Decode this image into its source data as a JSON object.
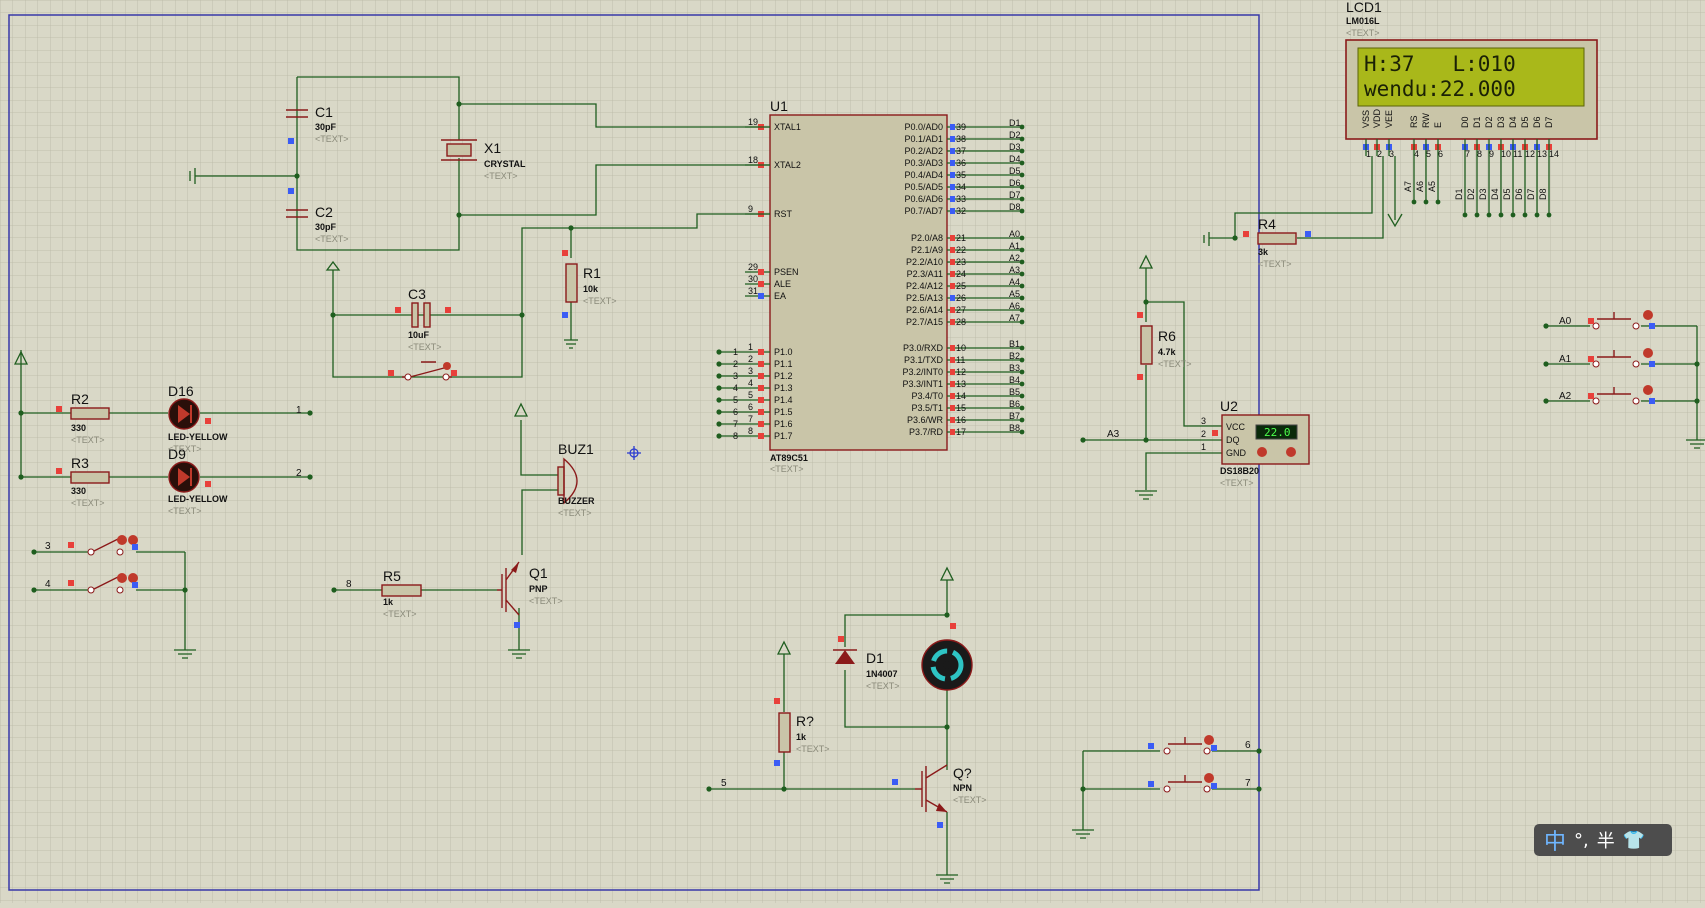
{
  "colors": {
    "background": "#d9d8c7",
    "grid": "#b8b8a6",
    "wire": "#1f5e1f",
    "component": "#8b1a1a",
    "lcd_screen": "#a8b81a",
    "sheet_border": "#3838a8"
  },
  "mcu": {
    "ref": "U1",
    "part": "AT89C51",
    "text": "<TEXT>",
    "left_pins": [
      {
        "num": "19",
        "name": "XTAL1"
      },
      {
        "num": "18",
        "name": "XTAL2"
      },
      {
        "num": "9",
        "name": "RST"
      },
      {
        "num": "29",
        "name": "PSEN"
      },
      {
        "num": "30",
        "name": "ALE"
      },
      {
        "num": "31",
        "name": "EA"
      },
      {
        "num": "1",
        "name": "P1.0"
      },
      {
        "num": "2",
        "name": "P1.1"
      },
      {
        "num": "3",
        "name": "P1.2"
      },
      {
        "num": "4",
        "name": "P1.3"
      },
      {
        "num": "5",
        "name": "P1.4"
      },
      {
        "num": "6",
        "name": "P1.5"
      },
      {
        "num": "7",
        "name": "P1.6"
      },
      {
        "num": "8",
        "name": "P1.7"
      }
    ],
    "p1_net_labels": [
      "1",
      "2",
      "3",
      "4",
      "5",
      "6",
      "7",
      "8"
    ],
    "right_pins": [
      {
        "num": "39",
        "name": "P0.0/AD0",
        "net": "D1"
      },
      {
        "num": "38",
        "name": "P0.1/AD1",
        "net": "D2"
      },
      {
        "num": "37",
        "name": "P0.2/AD2",
        "net": "D3"
      },
      {
        "num": "36",
        "name": "P0.3/AD3",
        "net": "D4"
      },
      {
        "num": "35",
        "name": "P0.4/AD4",
        "net": "D5"
      },
      {
        "num": "34",
        "name": "P0.5/AD5",
        "net": "D6"
      },
      {
        "num": "33",
        "name": "P0.6/AD6",
        "net": "D7"
      },
      {
        "num": "32",
        "name": "P0.7/AD7",
        "net": "D8"
      },
      {
        "num": "21",
        "name": "P2.0/A8",
        "net": "A0"
      },
      {
        "num": "22",
        "name": "P2.1/A9",
        "net": "A1"
      },
      {
        "num": "23",
        "name": "P2.2/A10",
        "net": "A2"
      },
      {
        "num": "24",
        "name": "P2.3/A11",
        "net": "A3"
      },
      {
        "num": "25",
        "name": "P2.4/A12",
        "net": "A4"
      },
      {
        "num": "26",
        "name": "P2.5/A13",
        "net": "A5"
      },
      {
        "num": "27",
        "name": "P2.6/A14",
        "net": "A6"
      },
      {
        "num": "28",
        "name": "P2.7/A15",
        "net": "A7"
      },
      {
        "num": "10",
        "name": "P3.0/RXD",
        "net": "B1"
      },
      {
        "num": "11",
        "name": "P3.1/TXD",
        "net": "B2"
      },
      {
        "num": "12",
        "name": "P3.2/INT0",
        "net": "B3"
      },
      {
        "num": "13",
        "name": "P3.3/INT1",
        "net": "B4"
      },
      {
        "num": "14",
        "name": "P3.4/T0",
        "net": "B5"
      },
      {
        "num": "15",
        "name": "P3.5/T1",
        "net": "B6"
      },
      {
        "num": "16",
        "name": "P3.6/WR",
        "net": "B7"
      },
      {
        "num": "17",
        "name": "P3.7/RD",
        "net": "B8"
      }
    ]
  },
  "lcd": {
    "ref": "LCD1",
    "part": "LM016L",
    "text": "<TEXT>",
    "line1": "H:37   L:010",
    "line2": "wendu:22.000",
    "pin_names": [
      "VSS",
      "VDD",
      "VEE",
      "RS",
      "RW",
      "E",
      "D0",
      "D1",
      "D2",
      "D3",
      "D4",
      "D5",
      "D6",
      "D7"
    ],
    "pin_nums": [
      "1",
      "2",
      "3",
      "4",
      "5",
      "6",
      "7",
      "8",
      "9",
      "10",
      "11",
      "12",
      "13",
      "14"
    ],
    "ctrl_nets": [
      "A7",
      "A6",
      "A5"
    ],
    "data_nets": [
      "D1",
      "D2",
      "D3",
      "D4",
      "D5",
      "D6",
      "D7",
      "D8"
    ]
  },
  "components": {
    "c1": {
      "ref": "C1",
      "val": "30pF",
      "text": "<TEXT>"
    },
    "c2": {
      "ref": "C2",
      "val": "30pF",
      "text": "<TEXT>"
    },
    "x1": {
      "ref": "X1",
      "val": "CRYSTAL",
      "text": "<TEXT>"
    },
    "c3": {
      "ref": "C3",
      "val": "10uF",
      "text": "<TEXT>"
    },
    "r1": {
      "ref": "R1",
      "val": "10k",
      "text": "<TEXT>"
    },
    "r2": {
      "ref": "R2",
      "val": "330",
      "text": "<TEXT>"
    },
    "r3": {
      "ref": "R3",
      "val": "330",
      "text": "<TEXT>"
    },
    "d16": {
      "ref": "D16",
      "val": "LED-YELLOW",
      "text": "<TEXT>"
    },
    "d9": {
      "ref": "D9",
      "val": "LED-YELLOW",
      "text": "<TEXT>"
    },
    "buz1": {
      "ref": "BUZ1",
      "val": "BUZZER",
      "text": "<TEXT>"
    },
    "r5": {
      "ref": "R5",
      "val": "1k",
      "text": "<TEXT>"
    },
    "q1": {
      "ref": "Q1",
      "val": "PNP",
      "text": "<TEXT>"
    },
    "d1": {
      "ref": "D1",
      "val": "1N4007",
      "text": "<TEXT>"
    },
    "rq": {
      "ref": "R?",
      "val": "1k",
      "text": "<TEXT>"
    },
    "qq": {
      "ref": "Q?",
      "val": "NPN",
      "text": "<TEXT>"
    },
    "r4": {
      "ref": "R4",
      "val": "3k",
      "text": "<TEXT>"
    },
    "r6": {
      "ref": "R6",
      "val": "4.7k",
      "text": "<TEXT>"
    },
    "u2": {
      "ref": "U2",
      "val": "DS18B20",
      "text": "<TEXT>",
      "display": "22.0",
      "pins": [
        "VCC",
        "DQ",
        "GND"
      ],
      "pin_nums": [
        "3",
        "2",
        "1"
      ]
    }
  },
  "net_labels": {
    "led1": "1",
    "led2": "2",
    "sw3": "3",
    "sw4": "4",
    "r5_in": "8",
    "rq_in": "5",
    "a3": "A3",
    "btn_a0": "A0",
    "btn_a1": "A1",
    "btn_a2": "A2",
    "btn6": "6",
    "btn7": "7"
  },
  "ime_toolbar": {
    "lang": "中",
    "punct": "°,",
    "width": "半",
    "skin_icon": "shirt-icon"
  }
}
